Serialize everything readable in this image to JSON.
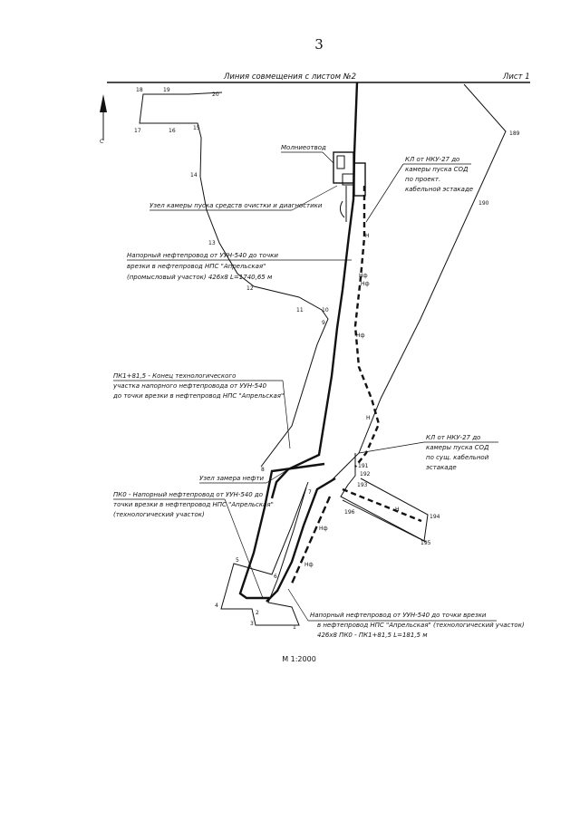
{
  "page_number": "3",
  "header": {
    "combine_line": "Линия совмещения с листом №2",
    "sheet_label": "Лист 1"
  },
  "scale": "М 1:2000",
  "labels": {
    "molnieotvod": "Молниеотвод",
    "kl_top": [
      "КЛ от НКУ-27 до",
      "камеры пуска СОД",
      "по проект.",
      "кабельной эстакаде"
    ],
    "uzel_kamery": "Узел камеры пуска средств очистки и диагностики",
    "napor_top": [
      "Напорный нефтепровод от УУН-540 до точки",
      "врезки в нефтепровод НПС \"Апрельская\"",
      "(промысловый участок) 426х8 L=1740,65 м"
    ],
    "pk_end": [
      "ПК1+81,5 - Конец технологического",
      "участка напорного нефтепровода от УУН-540",
      "до точки врезки в нефтепровод НПС \"Апрельская\""
    ],
    "kl_mid": [
      "КЛ от НКУ-27 до",
      "камеры пуска СОД",
      "по сущ. кабельной",
      "эстакаде"
    ],
    "uzel_zamera": "Узел замера нефти",
    "pk0": [
      "ПК0 - Напорный нефтепровод от УУН-540 до",
      "точки врезки в нефтепровод НПС \"Апрельская\"",
      "(технологический участок)"
    ],
    "napor_bottom": [
      "Напорный нефтепровод от УУН-540 до точки врезки",
      "в нефтепровод НПС \"Апрельская\" (технологический участок)",
      "426х8 ПК0 - ПК1+81,5 L=181,5 м"
    ]
  },
  "north": "С",
  "points": {
    "p1": "1",
    "p2": "2",
    "p3": "3",
    "p4": "4",
    "p5": "5",
    "p6": "6",
    "p7": "7",
    "p8": "8",
    "p9": "9",
    "p10": "10",
    "p11": "11",
    "p12": "12",
    "p13": "13",
    "p14": "14",
    "p15": "15",
    "p16": "16",
    "p17": "17",
    "p18": "18",
    "p19": "19",
    "p20": "20",
    "p189": "189",
    "p190": "190",
    "p191": "191",
    "p192": "192",
    "p193": "193",
    "p194": "194",
    "p195": "195",
    "p196": "196"
  },
  "cable_mark": "Н",
  "pipe_mark": "Нф"
}
